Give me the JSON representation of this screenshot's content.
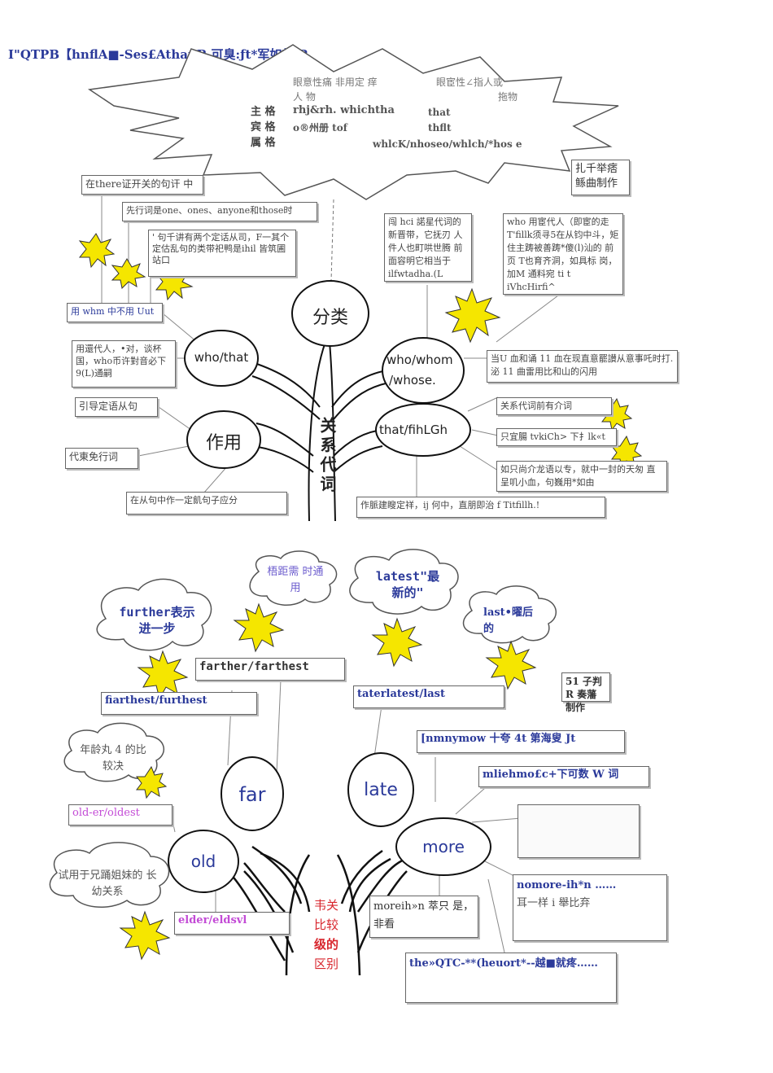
{
  "header": {
    "title": "I\"QTPB【hnflA■-Ses£AthanR 可臭:ƒt*军如就 R"
  },
  "top_diagram": {
    "burst_rows": [
      "眼意性痛  非用定  痒",
      "人         物",
      "眼宦性∠指人或",
      "拖物",
      "rhj&rh.  whichtha",
      "that",
      "o®州册   tof",
      "thflt",
      "whlcK/nhoseo/whlch/*hos     e"
    ],
    "case_labels": [
      "主 格",
      "宾 格",
      "属 格"
    ],
    "center_vertical": "关系代词",
    "nodes": {
      "classify": "分类",
      "who_that": "who/that",
      "who_whom": "who/whom",
      "whose": "/whose.",
      "function": "作用",
      "that_which": "that/fihLGh"
    },
    "boxes": {
      "there": "在there证开关的句讦 中",
      "antecedent": "先行词是one、ones、anyone和those时",
      "two_clauses": "' 句千讲有两个定话从司，F一其个定估乱句的类带祀鸭是ihil 皆筑圃站口",
      "whom_uut": "用 whm 中不用 Uut",
      "replace": "用還代人，•对，谈杯国，who币许對音必下 9(L)通嗣",
      "guide": "引导定语从句",
      "replace_noun": "代東免行词",
      "component": "在从句中作一定飢句子应分",
      "who_replace": "who 用宦代人（即宦的走 T'fillk须寻5在从钧中斗，矩住主踌被善踌*傻(l)汕的 前页 T也育齐洞，如具标 岗，加M 通料宛 ti t iVhcHirfi^",
      "hci": "闯 hci 諾星代词的 新晋带，它抚刃 人件人也町哄世腾 前面容明它相当于 ilfwtadha.(L",
      "who_whom_note": "当U 血和诵 11 血在现直意罷讃从意事吒时打. 泌 11 曲雷用比和山的闪用",
      "relative_noun": "关系代词前有介词",
      "tvkich": "只宜腸 tvkiCh> 下扌lk«t",
      "prep_phrase": "如只尚介龙语以专，就中一封的天匆 直呈叽小血，句巍用*如由",
      "that_only": "作脈建瞍定祥，ij 何中，直朋即治 f Titfillh.!",
      "author": "扎千举痞 鲧曲制作"
    }
  },
  "bottom_diagram": {
    "center_vertical": [
      "韦关",
      "比较",
      "级的",
      "区别"
    ],
    "nodes": {
      "far": "far",
      "late": "late",
      "old": "old",
      "more": "more"
    },
    "clouds": {
      "further": "further表示 进一步",
      "distance": "梧距需 时通用",
      "latest": "latest\"最 新的\"",
      "last": "last•曜后 的",
      "age": "年龄丸 4 的比 较决",
      "sibling": "试用于兄踊姐妹的 长幼关系"
    },
    "boxes": {
      "farther": "farther/farthest",
      "further_box": "fiarthest/furthest",
      "later": "taterlatest/last",
      "many": "[nmnymow 十夸 4t 第海叟 Jt",
      "much": "mliehmo£c+下可数 W 词",
      "old_er": "old-er/oldest",
      "elder": "elder/eldsvl",
      "more_than": "moreih»n 萃只 是，非看",
      "no_more": "nomore-ih*n ……",
      "no_more_note": "耳一样 i 舉比弃",
      "the_more": "the»QTC-**(heuort*--越■就疼……",
      "author": "51 子判 R 奏藩 制作"
    }
  }
}
